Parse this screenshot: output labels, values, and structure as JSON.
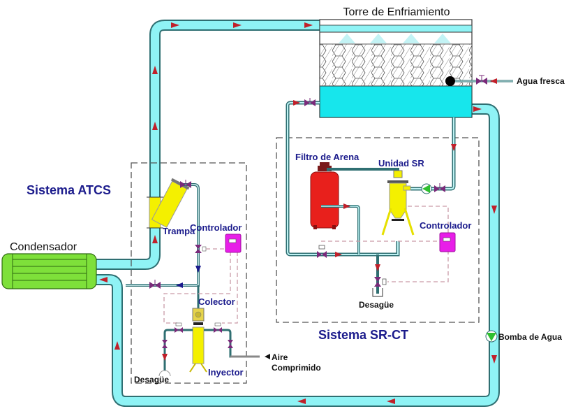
{
  "diagram": {
    "title": "Torre de Enfriamiento",
    "labels": {
      "cooling_tower": "Torre de Enfriamiento",
      "fresh_water": "Agua fresca",
      "condenser": "Condensador",
      "atcs_system": "Sistema ATCS",
      "srct_system": "Sistema SR-CT",
      "trap": "Trampa",
      "controller_atcs": "Controlador",
      "controller_srct": "Controlador",
      "collector": "Colector",
      "injector": "Inyector",
      "drain_atcs": "Desagüe",
      "drain_srct": "Desagüe",
      "compressed_air_line1": "Aire",
      "compressed_air_line2": "Comprimido",
      "sand_filter": "Filtro de Arena",
      "sr_unit": "Unidad SR",
      "water_pump": "Bomba de Agua"
    },
    "colors": {
      "pipe_fill": "#8ff3f5",
      "pipe_edge": "#2f6f72",
      "tower_water": "#17e6ec",
      "flow_arrow": "#c0202a",
      "valve": "#7a2a7a",
      "controller": "#e81ee8",
      "condenser": "#7ee03a",
      "sand_filter": "#e8201c",
      "sr_unit": "#f4f000",
      "pump": "#2fbf2f",
      "system_label": "#1b1b8c",
      "signal_line": "#c99aa8"
    },
    "icons": [
      "cooling-tower-icon",
      "condenser-icon",
      "trap-filter-icon",
      "controller-icon",
      "collector-icon",
      "injector-icon",
      "sand-filter-icon",
      "sr-unit-icon",
      "pump-icon",
      "valve-icon",
      "flow-arrow-icon",
      "drain-icon",
      "compressed-air-arrow-icon"
    ]
  }
}
